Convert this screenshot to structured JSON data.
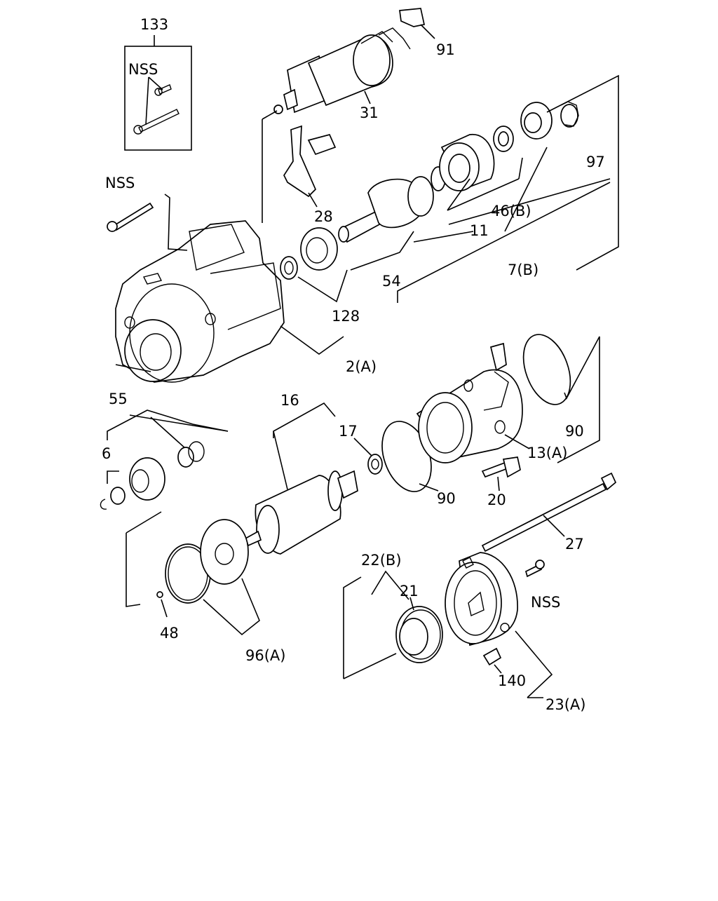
{
  "labels": {
    "l133": "133",
    "nss_box": "NSS",
    "l91": "91",
    "l31": "31",
    "l97": "97",
    "nss_left": "NSS",
    "l28": "28",
    "l46b": "46(B)",
    "l11": "11",
    "l54": "54",
    "l7b": "7(B)",
    "l128": "128",
    "l2a": "2(A)",
    "l55": "55",
    "l6": "6",
    "l16": "16",
    "l17": "17",
    "l90a": "90",
    "l90b": "90",
    "l13a": "13(A)",
    "l20": "20",
    "l27": "27",
    "l48": "48",
    "l96a": "96(A)",
    "l22b": "22(B)",
    "l21": "21",
    "nss_right": "NSS",
    "l140": "140",
    "l23a": "23(A)"
  },
  "colors": {
    "line": "#000000",
    "background": "#ffffff"
  }
}
